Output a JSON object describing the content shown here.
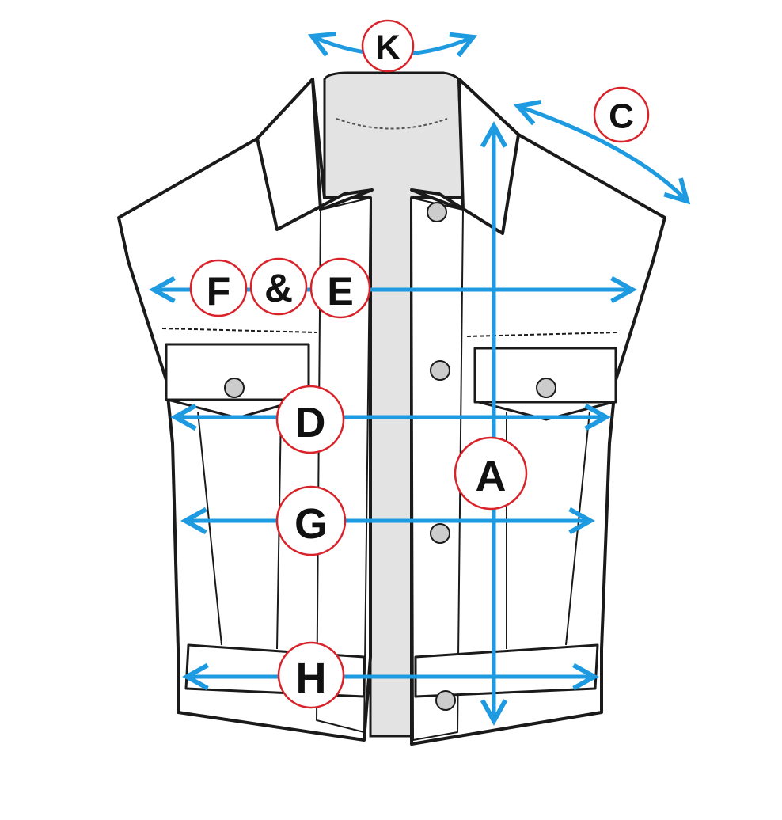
{
  "title": "Vest measurement guide",
  "colors": {
    "arrow": "#1e9be0",
    "circle_border": "#d9232a",
    "outline": "#1a1a1a",
    "inner": "#e3e3e3"
  },
  "labels": {
    "k": "K",
    "c": "C",
    "f": "F",
    "amp": "&",
    "e": "E",
    "d": "D",
    "a": "A",
    "g": "G",
    "h": "H"
  }
}
